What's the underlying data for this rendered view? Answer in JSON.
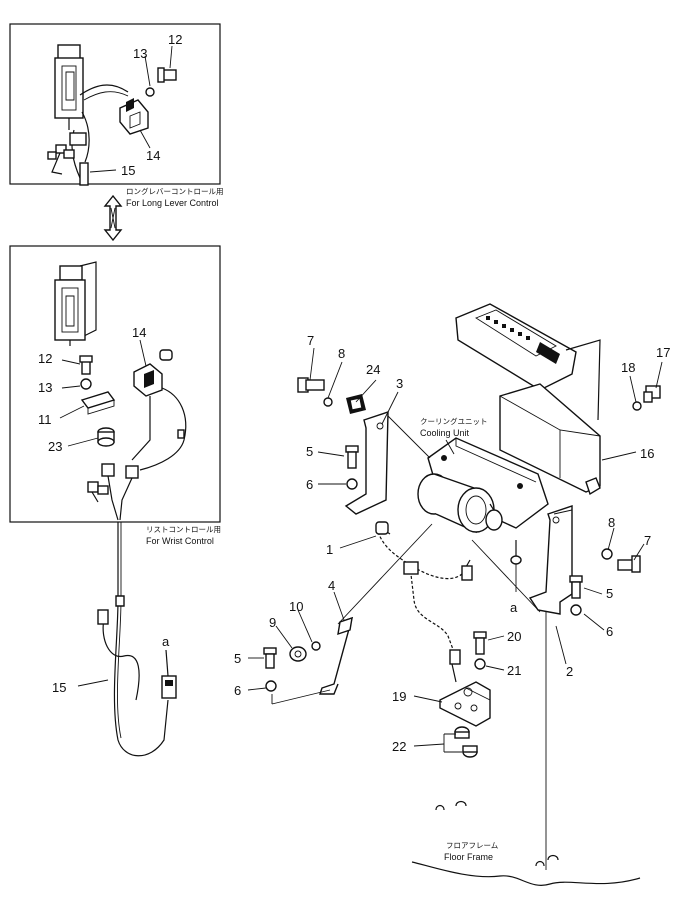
{
  "diagram": {
    "label_long_lever_jp": "ロングレバーコントロール用",
    "label_long_lever_en": "For Long Lever Control",
    "label_wrist_jp": "リストコントロール用",
    "label_wrist_en": "For Wrist Control",
    "label_cooling_jp": "クーリングユニット",
    "label_cooling_en": "Cooling Unit",
    "label_floor_jp": "フロアフレーム",
    "label_floor_en": "Floor Frame",
    "connector_a": "a",
    "callouts": {
      "n12": "12",
      "n13": "13",
      "n14": "14",
      "n15": "15",
      "n1": "1",
      "n2": "2",
      "n3": "3",
      "n4": "4",
      "n5": "5",
      "n6": "6",
      "n7": "7",
      "n8": "8",
      "n9": "9",
      "n10": "10",
      "n11": "11",
      "n16": "16",
      "n17": "17",
      "n18": "18",
      "n19": "19",
      "n20": "20",
      "n21": "21",
      "n22": "22",
      "n23": "23",
      "n24": "24"
    }
  }
}
